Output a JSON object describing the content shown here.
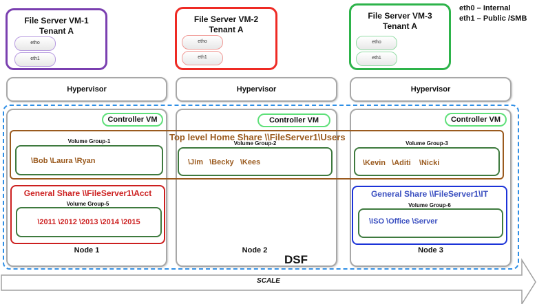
{
  "diagram": {
    "title": "Nutanix Acropolis File Services Architecture",
    "legend": {
      "eth0": "eth0 – Internal",
      "eth1": "eth1 – Public /SMB"
    },
    "vms": [
      {
        "name": "File Server VM-1",
        "tenant": "Tenant A",
        "nics": [
          "etho",
          "eth1"
        ],
        "color": "#7a3fb0"
      },
      {
        "name": "File Server VM-2",
        "tenant": "Tenant A",
        "nics": [
          "etho",
          "eth1"
        ],
        "color": "#ee2a24"
      },
      {
        "name": "File Server VM-3",
        "tenant": "Tenant A",
        "nics": [
          "etho",
          "eth1"
        ],
        "color": "#2db34a"
      }
    ],
    "hypervisor_label": "Hypervisor",
    "controller_vm_label": "Controller VM",
    "nodes": [
      {
        "label": "Node 1"
      },
      {
        "label": "Node 2"
      },
      {
        "label": "Node 3"
      }
    ],
    "home_share": {
      "label": "Top level Home Share \\\\FileServer1\\Users",
      "color": "#9a5a1e",
      "volume_groups": [
        {
          "label": "Volume Group-1",
          "folders": "\\Bob \\Laura \\Ryan"
        },
        {
          "label": "Volume Group-2",
          "folders": "\\Jim   \\Becky   \\Kees"
        },
        {
          "label": "Volume Group-3",
          "folders": "\\Kevin   \\Aditi    \\Nicki"
        }
      ]
    },
    "acct_share": {
      "label": "General Share \\\\FileServer1\\Acct",
      "color": "#cc1f1f",
      "volume_group": {
        "label": "Volume Group-5",
        "folders": "\\2011 \\2012 \\2013 \\2014 \\2015"
      }
    },
    "it_share": {
      "label": "General Share \\\\FileServer1\\IT",
      "color": "#3a4fc0",
      "volume_group": {
        "label": "Volume Group-6",
        "folders": "\\ISO \\Office \\Server"
      }
    },
    "dsf_label": "DSF",
    "scale_label": "SCALE"
  }
}
